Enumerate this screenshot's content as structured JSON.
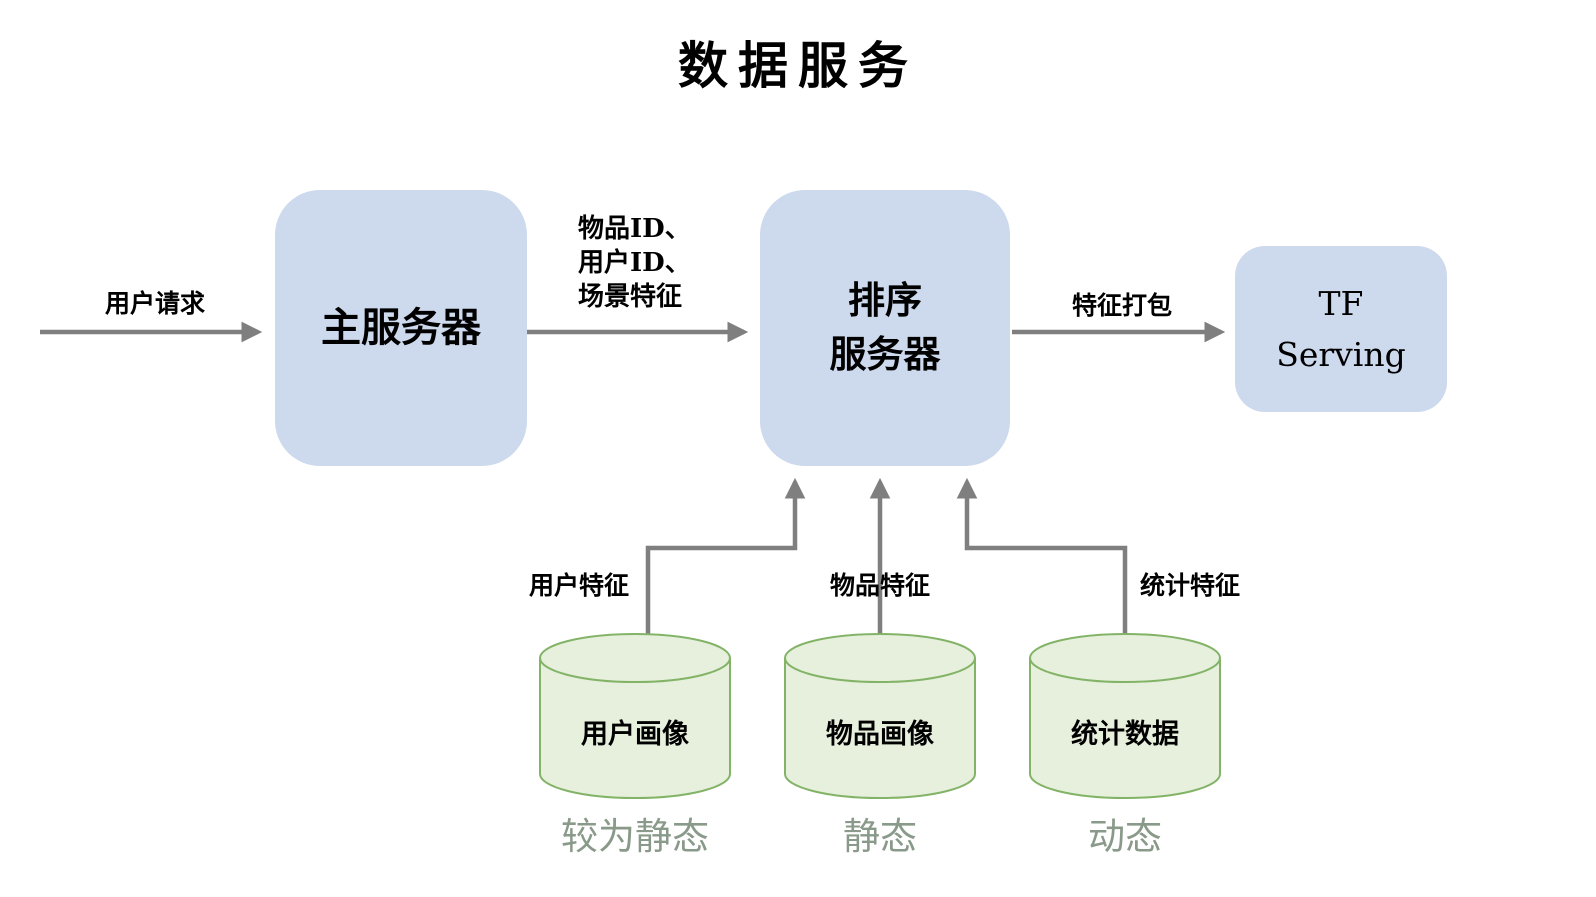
{
  "title": "数据服务",
  "nodes": {
    "main_server": {
      "label": "主服务器"
    },
    "ranking_server": {
      "lines": [
        "排序",
        "服务器"
      ]
    },
    "tf_serving": {
      "lines": [
        "TF",
        "Serving"
      ]
    }
  },
  "edge_labels": {
    "user_request": "用户请求",
    "to_ranking": {
      "lines": [
        "物品ID、",
        "用户ID、",
        "场景特征"
      ]
    },
    "feature_pack": "特征打包",
    "user_features": "用户特征",
    "item_features": "物品特征",
    "stat_features": "统计特征"
  },
  "databases": [
    {
      "label": "用户画像",
      "caption": "较为静态"
    },
    {
      "label": "物品画像",
      "caption": "静态"
    },
    {
      "label": "统计数据",
      "caption": "动态"
    }
  ],
  "colors": {
    "node_fill": "#cdd9ed",
    "cylinder_fill": "#e6f0dd",
    "cylinder_stroke": "#82b366",
    "arrow": "#7f7f7f",
    "caption_text": "#8a9a8a",
    "text": "#000000",
    "background": "#ffffff"
  }
}
